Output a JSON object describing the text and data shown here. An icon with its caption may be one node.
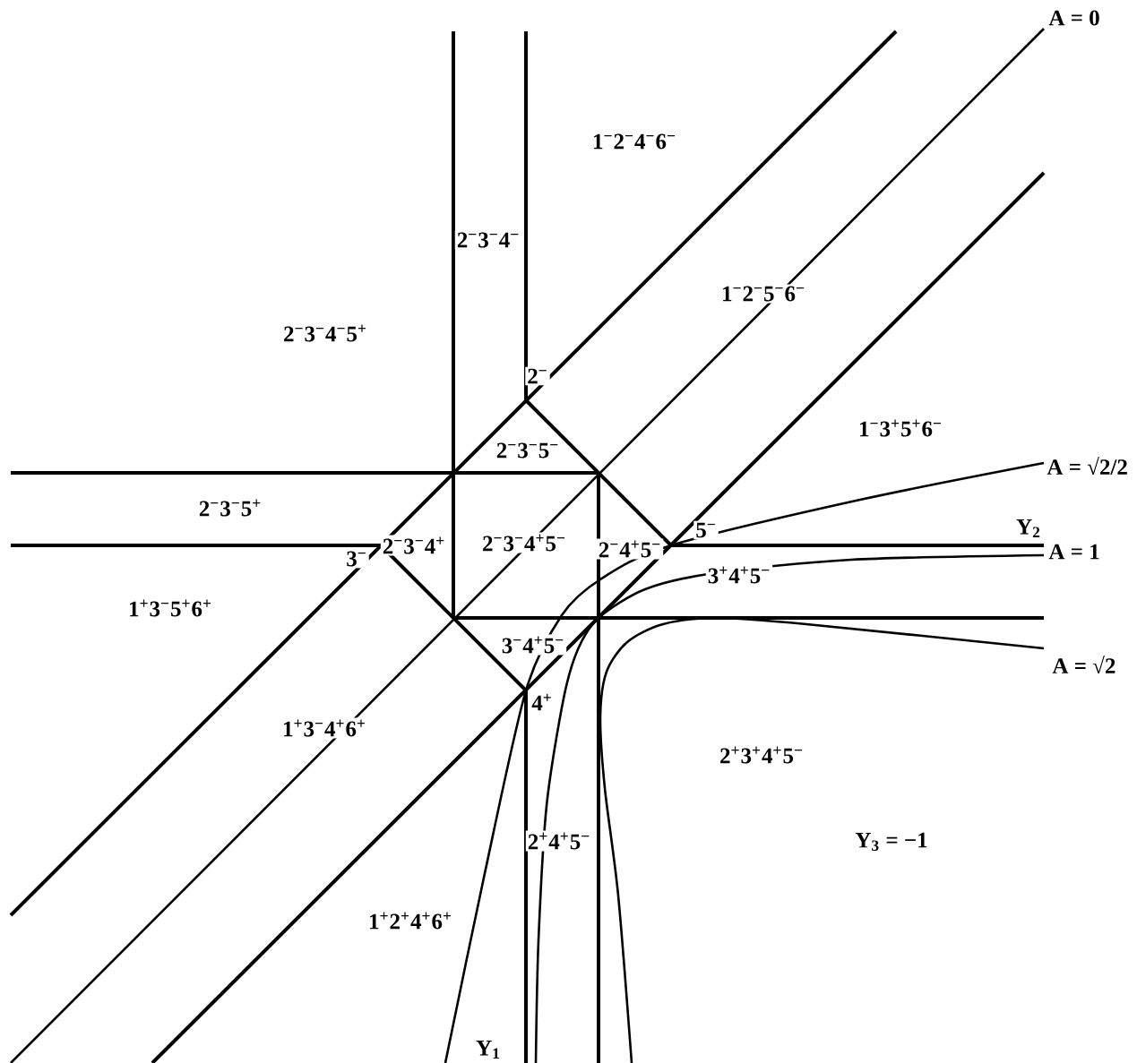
{
  "diagram": {
    "labels": [
      "A = 0",
      "1$^{−}$2$^{−}$4$^{−}$6$^{−}$",
      "2$^{−}$3$^{−}$4$^{−}$",
      "1$^{−}$2$^{−}$5$^{−}$6$^{−}$",
      "2$^{−}$3$^{−}$4$^{−}$5$^{+}$",
      "2$^{−}$",
      "1$^{−}$3$^{+}$5$^{+}$6$^{−}$",
      "2$^{−}$3$^{−}$5$^{−}$",
      "A = √2/2",
      "2$^{−}$3$^{−}$5$^{+}$",
      "5$^{−}$",
      "Y$_{2}$",
      "3$^{−}$",
      "2$^{−}$3$^{−}$4$^{+}$",
      "2$^{−}$3$^{−}$4$^{+}$5$^{−}$",
      "2$^{−}$4$^{+}$5$^{−}$",
      "A = 1",
      "3$^{+}$4$^{+}$5$^{−}$",
      "1$^{+}$3$^{−}$5$^{+}$6$^{+}$",
      "3$^{−}$4$^{+}$5$^{−}$",
      "A = √2",
      "4$^{+}$",
      "1$^{+}$3$^{−}$4$^{+}$6$^{+}$",
      "2$^{+}$3$^{+}$4$^{+}$5$^{−}$",
      "2$^{+}$4$^{+}$5$^{−}$",
      "Y$_{3}$ = −1",
      "1$^{+}$2$^{+}$4$^{+}$6$^{+}$",
      "Y$_{1}$"
    ]
  }
}
